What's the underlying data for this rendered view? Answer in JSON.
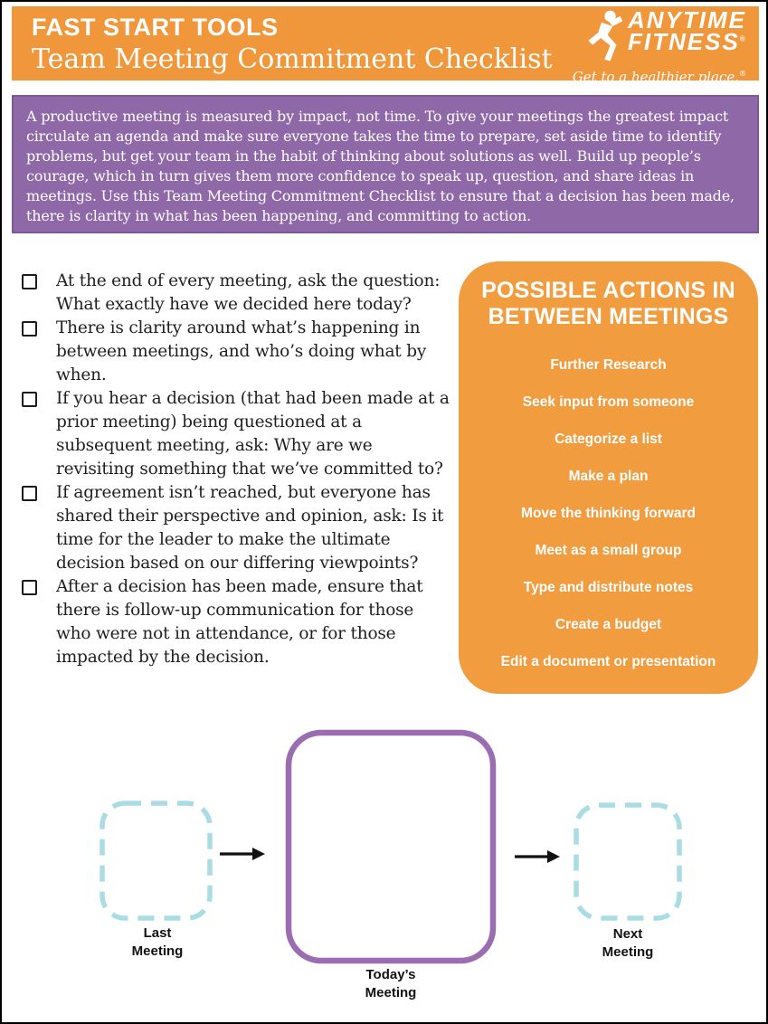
{
  "header": {
    "kicker": "FAST START TOOLS",
    "title": "Team Meeting Commitment Checklist",
    "logo": {
      "line1": "ANYTIME",
      "line2": "FITNESS",
      "reg": "®",
      "tagline": "Get to a healthier place.",
      "icon": "runner-icon"
    }
  },
  "intro": {
    "text": "A productive meeting is measured by impact, not time. To give your meetings the greatest impact circulate an agenda and make sure everyone takes the time to prepare, set aside time to identify problems, but get your team in the habit of thinking about solutions as well.   Build up people’s courage, which in turn gives them more confidence to speak up, question, and share ideas in meetings.   Use this Team Meeting Commitment Checklist to ensure that a decision has been made, there is clarity in what has been happening, and committing to action."
  },
  "checklist": {
    "items": [
      "At the end of every meeting, ask the question: What exactly have we decided here today?",
      "There is clarity around what’s happening in between meetings, and who’s doing what by when.",
      "If you hear a decision (that had been made at a prior meeting) being questioned at a subsequent meeting, ask: Why are we revisiting something that we’ve committed to?",
      "If agreement isn’t reached, but everyone has shared their perspective and opinion, ask: Is it time for the leader to make the ultimate decision based on our differing viewpoints?",
      "After a decision has been made, ensure that there is follow-up communication for those who were not in attendance, or for those impacted by the decision."
    ]
  },
  "actions": {
    "title": "POSSIBLE ACTIONS IN BETWEEN MEETINGS",
    "items": [
      "Further Research",
      "Seek input from someone",
      "Categorize a list",
      "Make a plan",
      "Move the thinking forward",
      "Meet as a small group",
      "Type and distribute notes",
      "Create a budget",
      "Edit a document or presentation"
    ]
  },
  "diagram": {
    "last_label": "Last\nMeeting",
    "today_label": "Today’s\nMeeting",
    "next_label": "Next\nMeeting"
  },
  "colors": {
    "header_orange": "#F0973B",
    "panel_orange": "#F09C3F",
    "intro_purple": "#8F68A8",
    "today_box_purple": "#9A6CB0",
    "dashed_box_teal": "#AADCE4",
    "text_black": "#1f1f1f"
  }
}
